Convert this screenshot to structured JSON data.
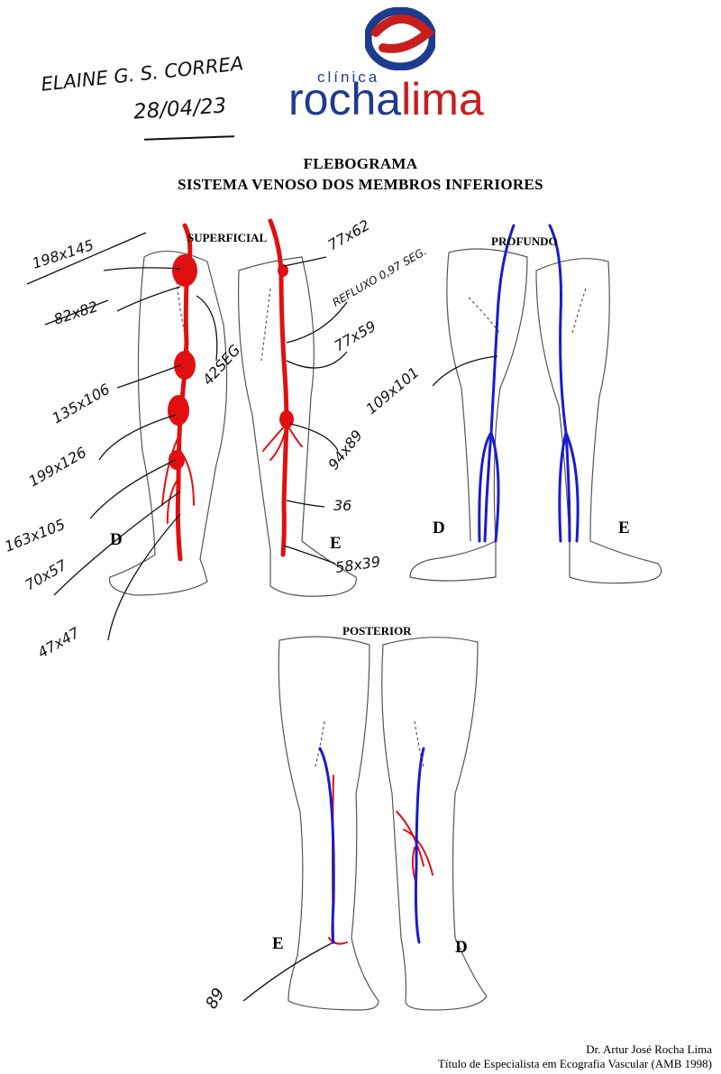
{
  "patient": {
    "name": "ELAINE G. S. CORREA",
    "date": "28/04/23"
  },
  "logo": {
    "small": "clínica",
    "brand_a": "rocha",
    "brand_b": "lima"
  },
  "title": "FLEBOGRAMA",
  "subtitle": "SISTEMA VENOSO DOS MEMBROS INFERIORES",
  "sections": {
    "superficial": "SUPERFICIAL",
    "profundo": "PROFUNDO",
    "posterior": "POSTERIOR"
  },
  "sides": {
    "right": "D",
    "left": "E"
  },
  "measurements": {
    "m1": "198x145",
    "m2": "82x82",
    "m3": "135x106",
    "m4": "199x126",
    "m5": "163x105",
    "m6": "70x57",
    "m7": "47x47",
    "seg": "42SEG",
    "m8": "77x62",
    "reflux": "REFLUXO 0,97 SEG.",
    "m9": "77x59",
    "m10": "94x89",
    "m11": "36",
    "m12": "58x39",
    "m13": "109x101",
    "m14": "89"
  },
  "footer": {
    "doctor": "Dr. Artur José Rocha Lima",
    "credential": "Título de Especialista em Ecografia Vascular (AMB 1998)"
  },
  "colors": {
    "superficial_vein": "#e01010",
    "deep_vein": "#1a1ad0",
    "brand_blue": "#1d3b8f",
    "brand_red": "#c81e1e"
  }
}
